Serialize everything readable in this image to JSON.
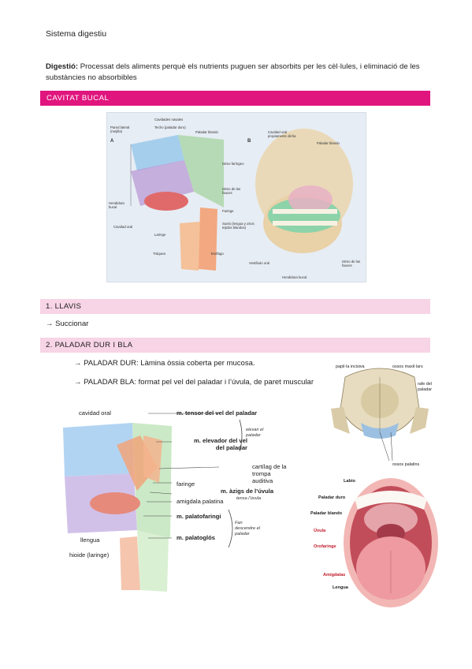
{
  "header": {
    "title": "Sistema digestiu"
  },
  "intro": {
    "term": "Digestió:",
    "text": " Processat dels aliments perquè els nutrients puguen ser absorbits per les cèl·lules, i eliminació de les substàncies no absorbibles"
  },
  "section_cavitat": {
    "title": "CAVITAT BUCAL"
  },
  "figure_cavitat": {
    "panel_a_letter": "A",
    "panel_b_letter": "B",
    "labels_a": {
      "cavidades_nasales": "Cavidades nasales",
      "pared_lateral": "Pared lateral (mejilla)",
      "techo": "Techo (paladar duro)",
      "paladar_blando": "Paladar blando",
      "istmo_faringeo": "Istmo faríngeo",
      "hendidura_bucal": "Hendidura bucal",
      "istmo_fauces": "Istmo de las fauces",
      "faringe": "Faringe",
      "cavidad_oral": "Cavidad oral",
      "suelo": "Suelo (lengua y otros tejidos blandos)",
      "laringe": "Laringe",
      "traquea": "Tráquea",
      "esofago": "Esófago"
    },
    "labels_b": {
      "cavidad_oral_propia": "Cavidad oral propiamente dicha",
      "paladar_blando": "Paladar blando",
      "vestibulo_oral": "Vestíbulo oral",
      "hendidura_bucal": "Hendidura bucal",
      "istmo_fauces": "Istmo de las fauces"
    }
  },
  "section_llavis": {
    "title": "1. LLAVIS"
  },
  "llavis": {
    "arrow": "→",
    "text": "Succionar"
  },
  "section_paladar": {
    "title": "2. PALADAR DUR I BLA"
  },
  "paladar_items": [
    {
      "arrow": "→",
      "term": "PALADAR DUR:",
      "text": " Làmina òssia coberta per mucosa."
    },
    {
      "arrow": "→",
      "term": "PALADAR BLA:",
      "text": " format pel vel del paladar i l’úvula, de paret muscular"
    }
  ],
  "figure_muscles": {
    "cavidad_oral": "cavidad oral",
    "tensor": "m. tensor del vel del paladar",
    "elevador": "m. elevador del vel del paladar",
    "elevan": "elevan el paladar",
    "cartilag": "cartílag de la trompa auditiva",
    "faringe": "faringe",
    "azigs": "m. àzigs de l’úvula",
    "tensa": "tensa l’úvula",
    "amigdala": "amigdala palatina",
    "palatofaringi": "m. palatofaringi",
    "fan_descendre": "Fan descendre el paladar",
    "palatoglos": "m. palatoglós",
    "llengua": "llengua",
    "hioide": "hioide (laringe)"
  },
  "figure_palate": {
    "papil": "papil·la incisiva",
    "ossos_maxil": "ossos maxil·lars",
    "rafe": "rafe del paladar",
    "ossos_palatins": "ossos palatins"
  },
  "figure_mouth": {
    "labio": "Labio",
    "paladar_duro": "Paladar duro",
    "paladar_blando": "Paladar blando",
    "uvula": "Úvula",
    "orofaringe": "Orofaringe",
    "amigdalas": "Amígdalas",
    "lengua": "Lengua"
  },
  "colors": {
    "magenta": "#e0157e",
    "pink": "#f7d4e6"
  }
}
